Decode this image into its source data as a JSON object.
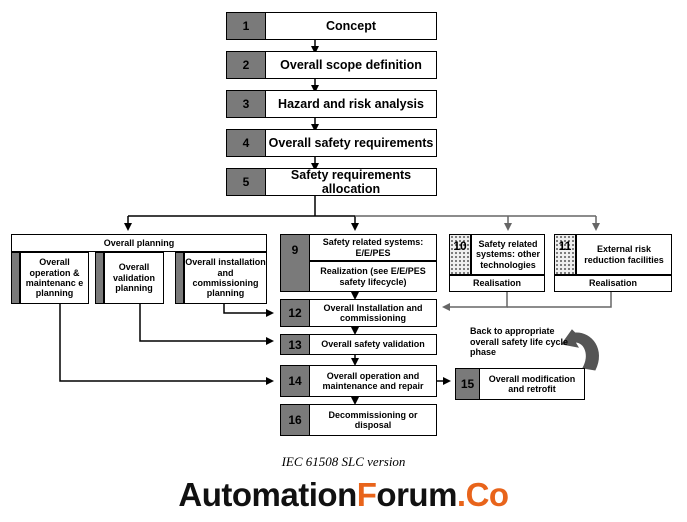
{
  "steps": {
    "s1": {
      "num": "1",
      "label": "Concept"
    },
    "s2": {
      "num": "2",
      "label": "Overall scope definition"
    },
    "s3": {
      "num": "3",
      "label": "Hazard and risk analysis"
    },
    "s4": {
      "num": "4",
      "label": "Overall safety requirements"
    },
    "s5": {
      "num": "5",
      "label": "Safety requirements allocation"
    },
    "s9": {
      "num": "9",
      "label_top": "Safety related systems: E/E/PES",
      "label_bottom": "Realization (see E/E/PES safety lifecycle)"
    },
    "s10": {
      "num": "10",
      "label_top": "Safety related systems: other technologies",
      "label_bottom": "Realisation"
    },
    "s11": {
      "num": "11",
      "label_top": "External risk reduction facilities",
      "label_bottom": "Realisation"
    },
    "s12": {
      "num": "12",
      "label": "Overall Installation and commissioning"
    },
    "s13": {
      "num": "13",
      "label": "Overall safety validation"
    },
    "s14": {
      "num": "14",
      "label": "Overall operation and maintenance and repair"
    },
    "s15": {
      "num": "15",
      "label": "Overall modification and retrofit"
    },
    "s16": {
      "num": "16",
      "label": "Decommissioning or disposal"
    }
  },
  "planning": {
    "header": "Overall planning",
    "items": [
      "Overall operation & maintenanc e planning",
      "Overall validation planning",
      "Overall installation and commissioning planning"
    ]
  },
  "back_note": "Back to appropriate overall safety life cycle phase",
  "caption": "IEC 61508 SLC version",
  "logo": {
    "part1": "Automation",
    "part2": "F",
    "part3": "orum",
    "part4": ".Co"
  },
  "colors": {
    "number_box": "#7a7a7a",
    "brand_orange": "#e8641b",
    "line": "#000000",
    "grey_line": "#666666"
  }
}
